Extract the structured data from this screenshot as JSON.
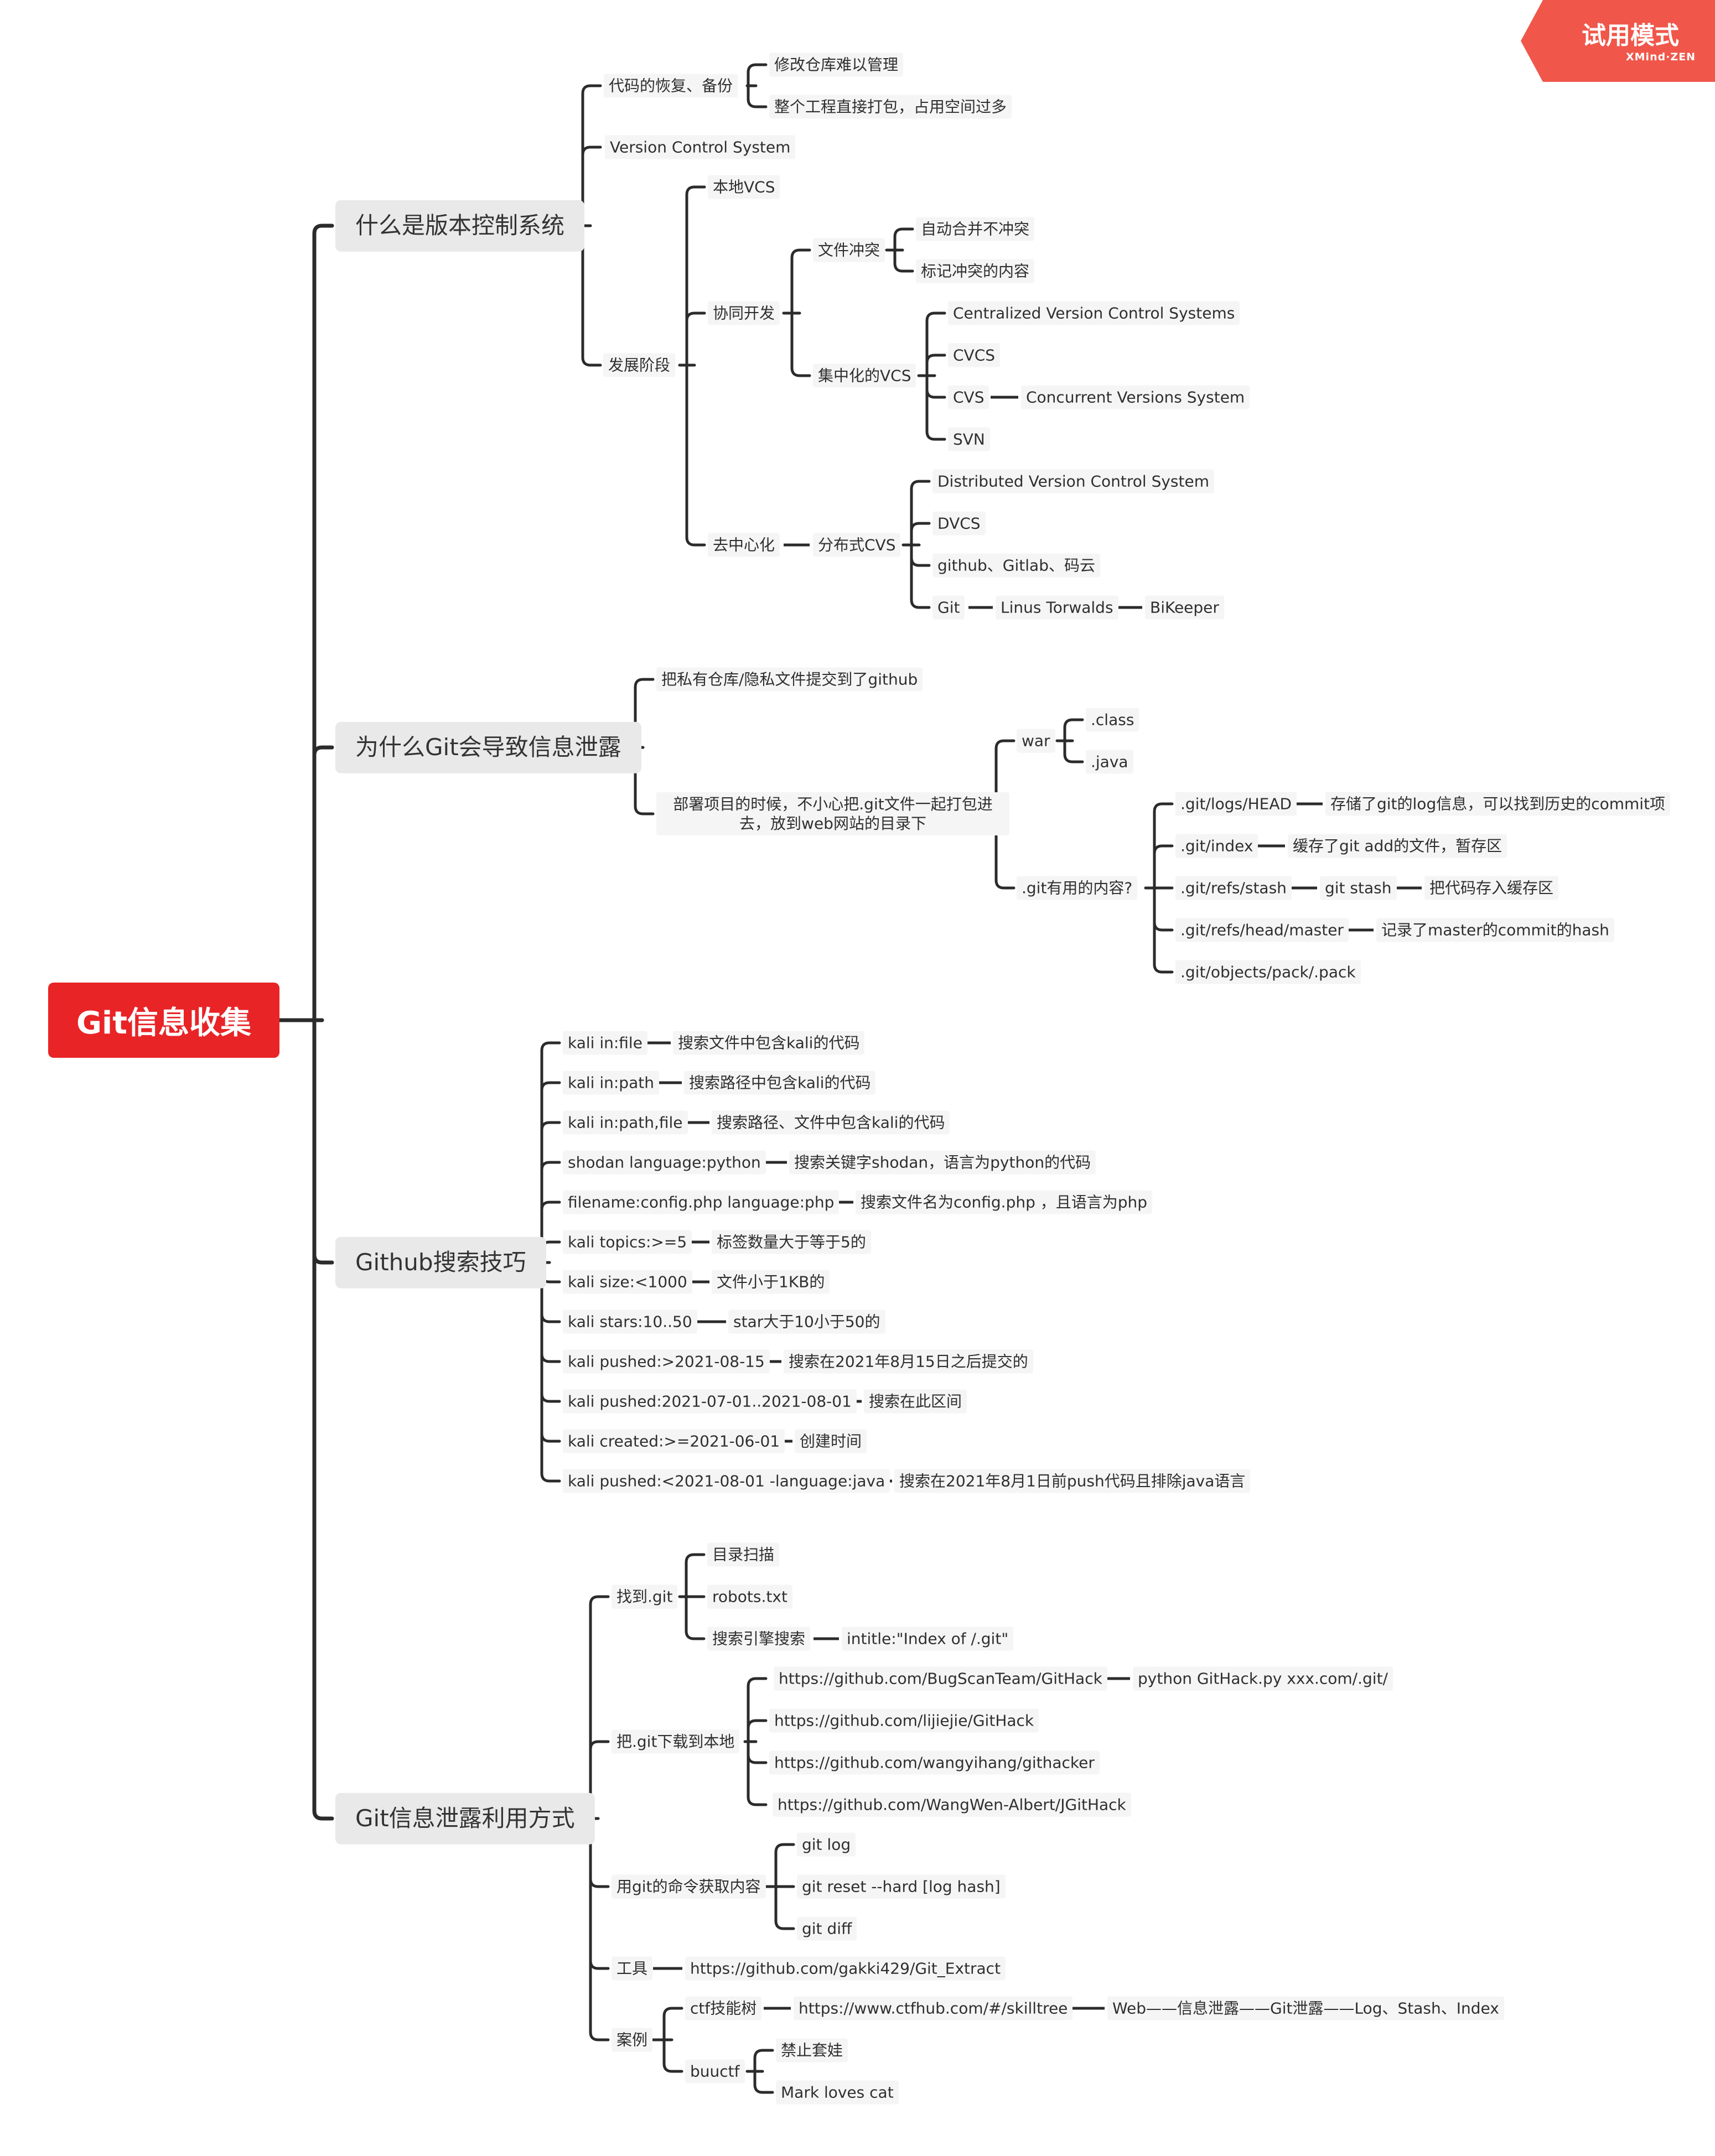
{
  "badge": {
    "title": "试用模式",
    "subtitle": "XMind·ZEN"
  },
  "root": "Git信息收集",
  "topics": {
    "vcs": {
      "title": "什么是版本控制系统",
      "backup": {
        "label": "代码的恢复、备份",
        "items": [
          "修改仓库难以管理",
          "整个工程直接打包，占用空间过多"
        ]
      },
      "vcs_name": "Version Control System",
      "stages": {
        "label": "发展阶段",
        "local": "本地VCS",
        "collab": {
          "label": "协同开发",
          "conflict": {
            "label": "文件冲突",
            "items": [
              "自动合并不冲突",
              "标记冲突的内容"
            ]
          },
          "central": {
            "label": "集中化的VCS",
            "items": [
              "Centralized Version Control Systems",
              "CVCS",
              "CVS",
              "SVN"
            ],
            "cvs_full": "Concurrent Versions System"
          }
        },
        "decentral": {
          "label": "去中心化",
          "dist": {
            "label": "分布式CVS",
            "items": [
              "Distributed Version Control System",
              "DVCS",
              "github、Gitlab、码云",
              "Git"
            ],
            "git_author": "Linus Torwalds",
            "git_next": "BiKeeper"
          }
        }
      }
    },
    "leak": {
      "title": "为什么Git会导致信息泄露",
      "private": "把私有仓库/隐私文件提交到了github",
      "deploy": "部署项目的时候，不小心把.git文件一起打包进去，放到web网站的目录下",
      "war": {
        "label": "war",
        "items": [
          ".class",
          ".java"
        ]
      },
      "useful": {
        "label": ".git有用的内容?",
        "items": [
          ".git/logs/HEAD",
          ".git/index",
          ".git/refs/stash",
          ".git/refs/head/master",
          ".git/objects/pack/.pack"
        ],
        "logs_desc": "存储了git的log信息，可以找到历史的commit项",
        "index_desc": "缓存了git add的文件，暂存区",
        "stash_cmd": "git stash",
        "stash_desc": "把代码存入缓存区",
        "master_desc": "记录了master的commit的hash"
      }
    },
    "search": {
      "title": "Github搜索技巧",
      "rows": [
        {
          "q": "kali in:file",
          "d": "搜索文件中包含kali的代码"
        },
        {
          "q": "kali in:path",
          "d": "搜索路径中包含kali的代码"
        },
        {
          "q": "kali in:path,file",
          "d": "搜索路径、文件中包含kali的代码"
        },
        {
          "q": "shodan language:python",
          "d": "搜索关键字shodan，语言为python的代码"
        },
        {
          "q": "filename:config.php language:php",
          "d": "搜索文件名为config.php ，且语言为php"
        },
        {
          "q": "kali topics:>=5",
          "d": "标签数量大于等于5的"
        },
        {
          "q": "kali size:<1000",
          "d": "文件小于1KB的"
        },
        {
          "q": "kali stars:10..50",
          "d": "star大于10小于50的"
        },
        {
          "q": "kali pushed:>2021-08-15",
          "d": "搜索在2021年8月15日之后提交的"
        },
        {
          "q": "kali pushed:2021-07-01..2021-08-01",
          "d": "搜索在此区间"
        },
        {
          "q": "kali created:>=2021-06-01",
          "d": "创建时间"
        },
        {
          "q": "kali pushed:<2021-08-01 -language:java",
          "d": "搜索在2021年8月1日前push代码且排除java语言"
        }
      ]
    },
    "exploit": {
      "title": "Git信息泄露利用方式",
      "find": {
        "label": "找到.git",
        "items": [
          "目录扫描",
          "robots.txt",
          "搜索引擎搜索"
        ],
        "dork": "intitle:\"Index of /.git\""
      },
      "download": {
        "label": "把.git下载到本地",
        "items": [
          "https://github.com/BugScanTeam/GitHack",
          "https://github.com/lijiejie/GitHack",
          "https://github.com/wangyihang/githacker",
          "https://github.com/WangWen-Albert/JGitHack"
        ],
        "usage": "python GitHack.py xxx.com/.git/"
      },
      "cmd": {
        "label": "用git的命令获取内容",
        "items": [
          "git log",
          "git reset --hard [log hash]",
          "git diff"
        ]
      },
      "tool": {
        "label": "工具",
        "url": "https://github.com/gakki429/Git_Extract"
      },
      "cases": {
        "label": "案例",
        "ctf": {
          "label": "ctf技能树",
          "url": "https://www.ctfhub.com/#/skilltree",
          "path": "Web——信息泄露——Git泄露——Log、Stash、Index"
        },
        "buuctf": {
          "label": "buuctf",
          "items": [
            "禁止套娃",
            "Mark loves cat"
          ]
        }
      }
    }
  },
  "colors": {
    "line": "#2b2b2b",
    "root": "#e82427",
    "badge": "#f0574a",
    "topic_fill": "#e9e9e9",
    "node_fill": "#f5f5f5"
  }
}
